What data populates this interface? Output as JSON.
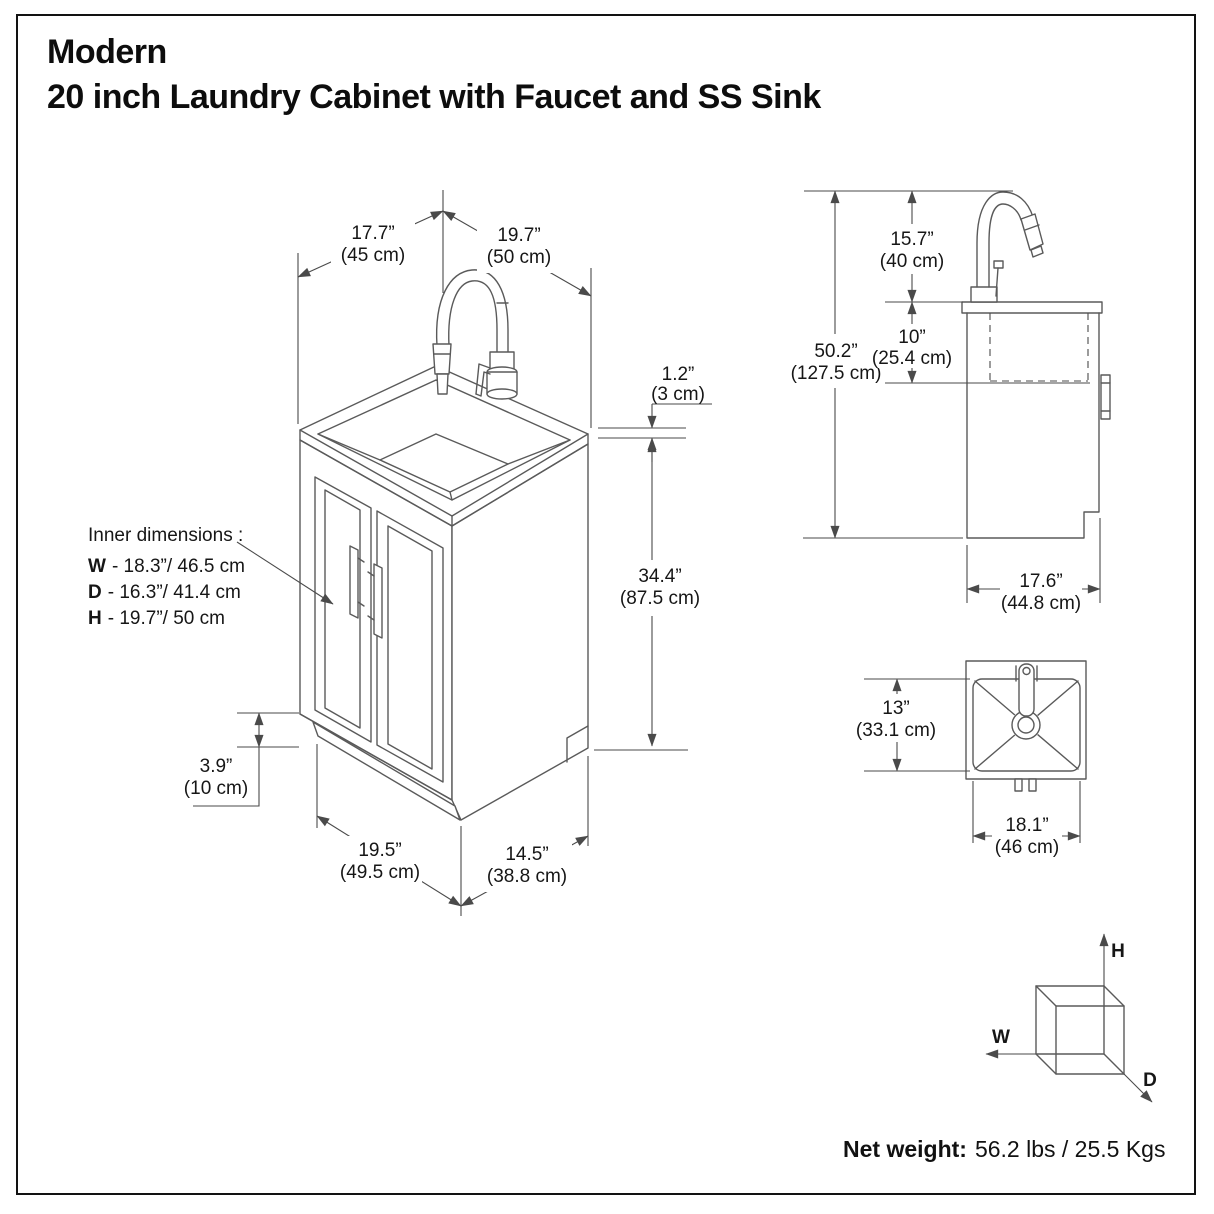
{
  "title": {
    "line1": "Modern",
    "line2": "20 inch Laundry Cabinet with Faucet and SS Sink"
  },
  "iso_view": {
    "dim_width_top": {
      "inches": "17.7”",
      "cm": "(45 cm)"
    },
    "dim_depth_top": {
      "inches": "19.7”",
      "cm": "(50 cm)"
    },
    "dim_counter_thickness": {
      "inches": "1.2”",
      "cm": "(3 cm)"
    },
    "dim_cabinet_height": {
      "inches": "34.4”",
      "cm": "(87.5 cm)"
    },
    "dim_toe_kick_height": {
      "inches": "3.9”",
      "cm": "(10 cm)"
    },
    "dim_width_bottom": {
      "inches": "19.5”",
      "cm": "(49.5 cm)"
    },
    "dim_depth_bottom": {
      "inches": "14.5”",
      "cm": "(38.8 cm)"
    },
    "inner_dimensions": {
      "label": "Inner dimensions :",
      "rows": [
        {
          "key": "W",
          "value": "- 18.3”/ 46.5 cm"
        },
        {
          "key": "D",
          "value": "- 16.3”/ 41.4 cm"
        },
        {
          "key": "H",
          "value": "- 19.7”/ 50 cm"
        }
      ]
    }
  },
  "side_view": {
    "dim_faucet_height": {
      "inches": "15.7”",
      "cm": "(40 cm)"
    },
    "dim_total_height": {
      "inches": "50.2”",
      "cm": "(127.5 cm)"
    },
    "dim_sink_depth": {
      "inches": "10”",
      "cm": "(25.4 cm)"
    },
    "dim_cabinet_depth": {
      "inches": "17.6”",
      "cm": "(44.8 cm)"
    }
  },
  "top_view": {
    "dim_sink_front_back": {
      "inches": "13”",
      "cm": "(33.1 cm)"
    },
    "dim_sink_width": {
      "inches": "18.1”",
      "cm": "(46 cm)"
    }
  },
  "axis_cube": {
    "h": "H",
    "w": "W",
    "d": "D"
  },
  "footer": {
    "net_weight_label": "Net weight:",
    "net_weight_value": "56.2 lbs / 25.5 Kgs"
  }
}
